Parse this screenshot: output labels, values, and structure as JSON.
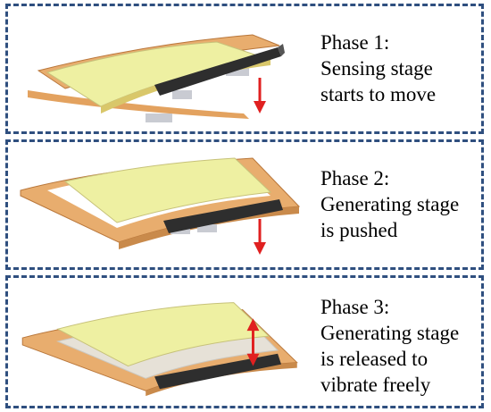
{
  "phases": [
    {
      "title": "Phase 1:",
      "line2": "Sensing stage",
      "line3": "starts to move",
      "line4": ""
    },
    {
      "title": "Phase 2:",
      "line2": "Generating stage",
      "line3": "is pushed",
      "line4": ""
    },
    {
      "title": "Phase 3:",
      "line2": "Generating stage",
      "line3": "is released to",
      "line4": "vibrate freely"
    }
  ],
  "colors": {
    "border": "#2f4f7f",
    "frame": "#e3a25f",
    "plate": "#eef0a2",
    "bar": "#2e2e2e",
    "arrow": "#e02020"
  },
  "icons": [
    "down-arrow-icon",
    "double-arrow-icon"
  ]
}
